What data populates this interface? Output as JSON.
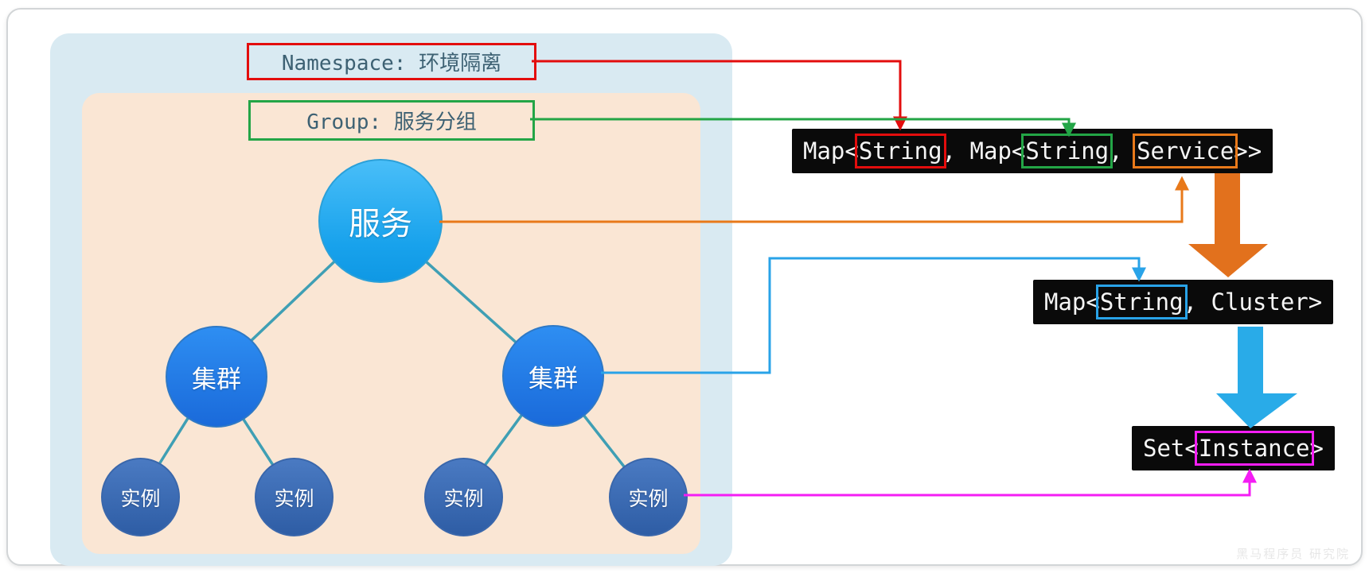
{
  "panels": {
    "namespace_label": "Namespace: 环境隔离",
    "group_label": "Group: 服务分组"
  },
  "tree": {
    "root": "服务",
    "clusters": [
      "集群",
      "集群"
    ],
    "instances": [
      "实例",
      "实例",
      "实例",
      "实例"
    ]
  },
  "code_boxes": {
    "map1": {
      "seg0": "Map<",
      "seg1": "String",
      "seg2": ", Map<",
      "seg3": "String",
      "seg4": ", ",
      "seg5": "Service",
      "seg6": ">>"
    },
    "map2": {
      "seg0": "Map<",
      "seg1": "String",
      "seg2": ", Cluster>"
    },
    "set1": {
      "seg0": "Set<",
      "seg1": "Instance",
      "seg2": ">"
    }
  },
  "accent_colors": {
    "namespace_highlight": "#e30d0d",
    "group_highlight": "#23a546",
    "service_highlight": "#e8791a",
    "cluster_highlight": "#29a3e8",
    "instance_highlight": "#f41df4",
    "tree_edge": "#3f9fb4",
    "namespace_panel": "#d9eaf2",
    "group_panel": "#fae6d4"
  },
  "watermark": "黑马程序员 研究院"
}
